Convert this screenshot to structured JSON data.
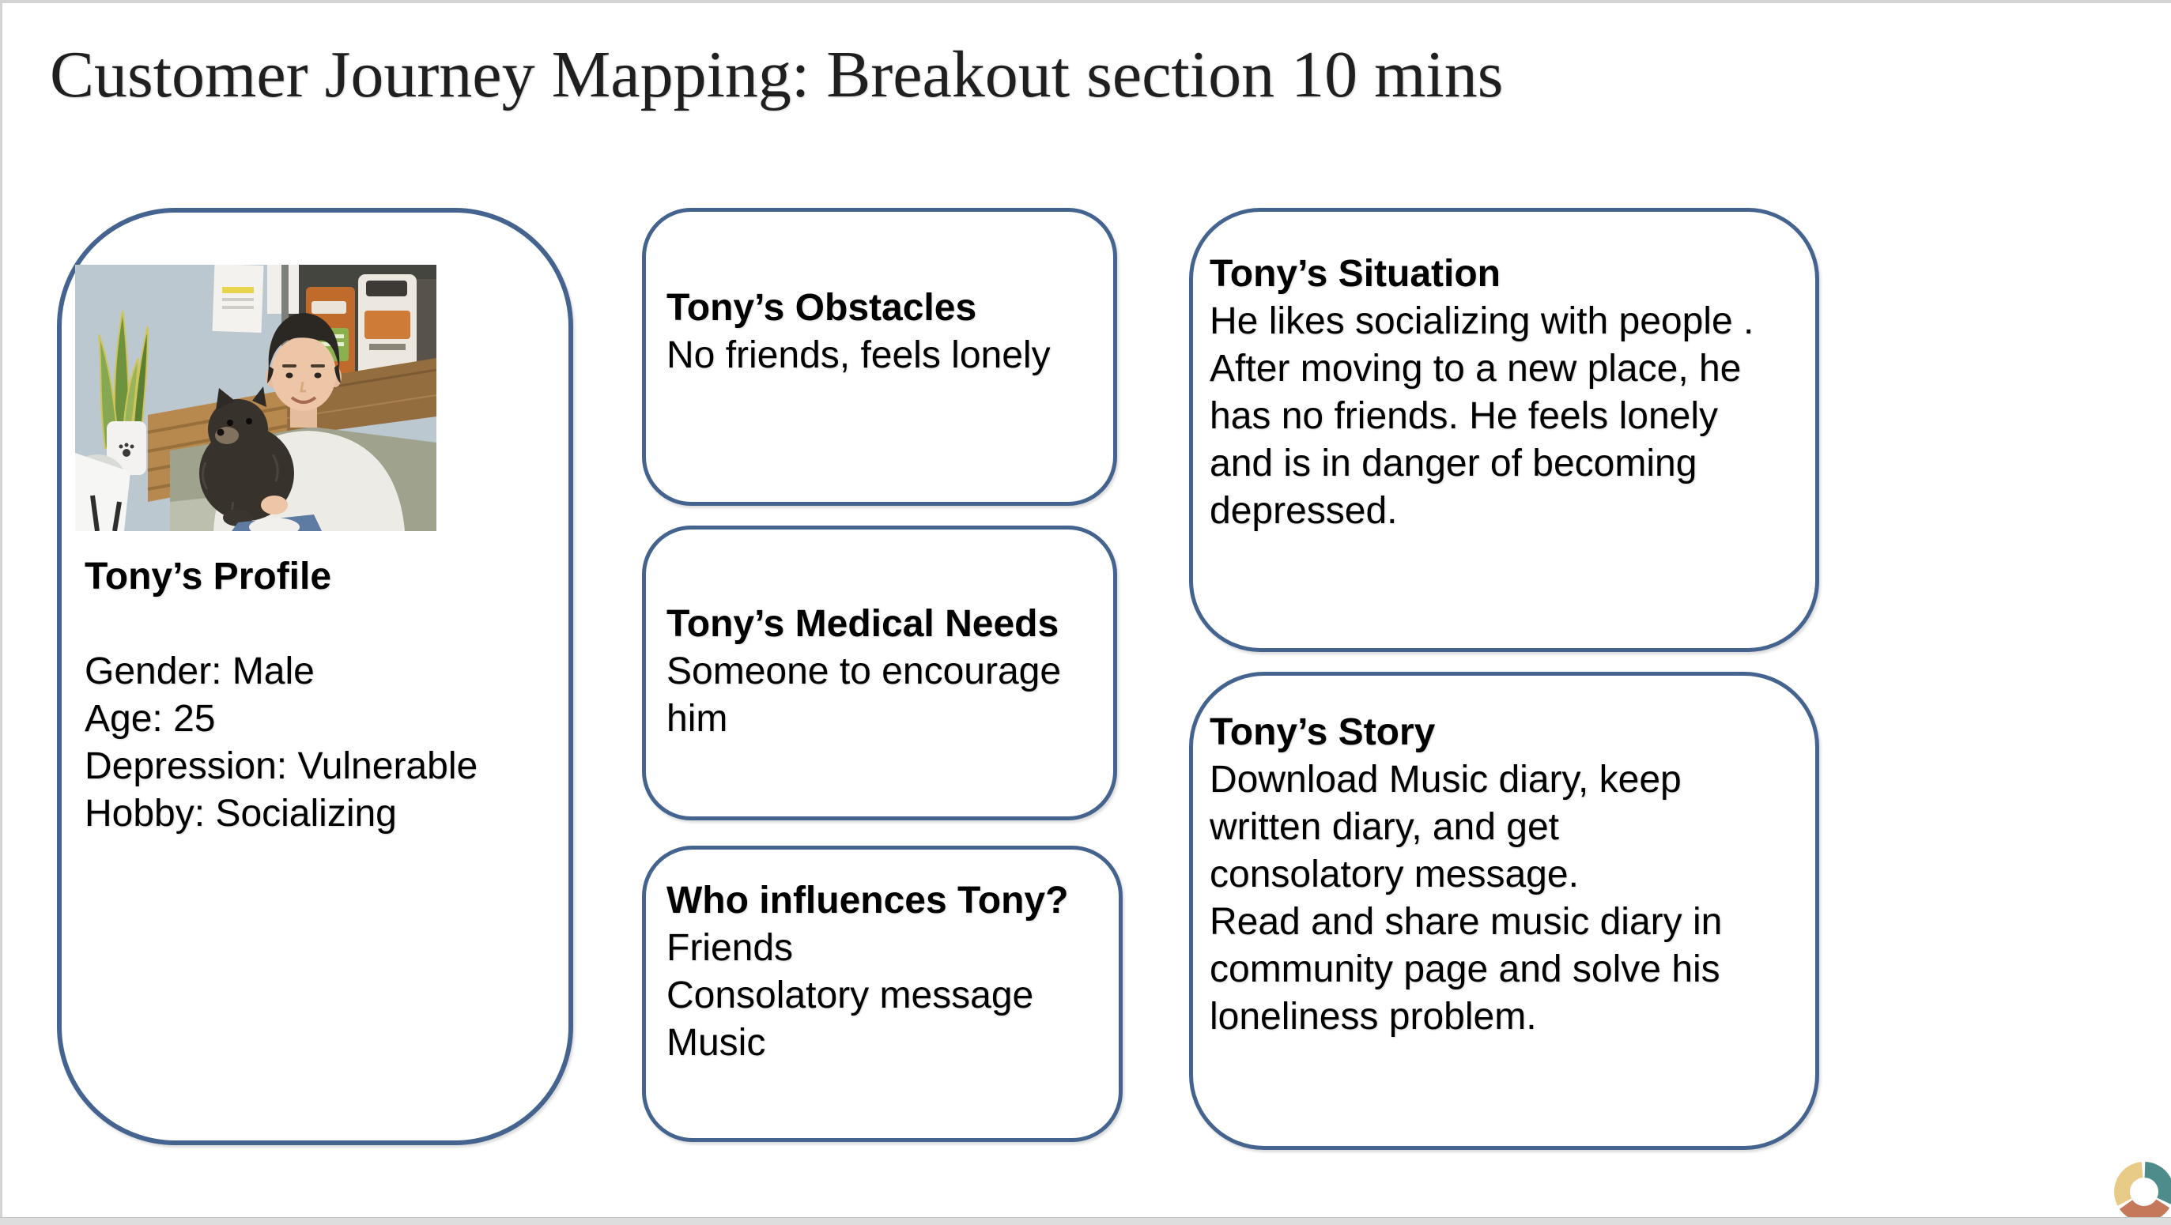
{
  "title": "Customer Journey Mapping: Breakout section 10 mins",
  "cards": {
    "profile": {
      "heading": "Tony’s Profile",
      "lines": [
        "",
        "Gender: Male",
        "Age: 25",
        "Depression: Vulnerable",
        "Hobby: Socializing"
      ]
    },
    "obstacles": {
      "heading": "Tony’s Obstacles",
      "lines": [
        "No friends, feels lonely"
      ]
    },
    "medical": {
      "heading": "Tony’s Medical Needs",
      "lines": [
        "Someone to encourage",
        "him"
      ]
    },
    "influences": {
      "heading": "Who influences Tony?",
      "lines": [
        "Friends",
        "Consolatory message",
        "Music"
      ]
    },
    "situation": {
      "heading": "Tony’s Situation",
      "lines": [
        "He likes socializing with people .",
        "After moving to a new place, he",
        "has no friends. He feels lonely",
        "and is in danger of becoming",
        "depressed."
      ]
    },
    "story": {
      "heading": "Tony’s Story",
      "lines": [
        "Download Music diary, keep",
        "written diary, and get",
        "consolatory message.",
        "Read and share music diary in",
        "community page and solve his",
        "loneliness problem."
      ]
    }
  },
  "photo": {
    "description": "Tony smiling and holding a dark fluffy dog in a pet cafe"
  },
  "logo": {
    "colors": {
      "teal": "#4e8c8c",
      "orange": "#c5795a",
      "tan": "#e8cb87"
    }
  },
  "colors": {
    "card_border": "#44648f",
    "slide_bg": "#ffffff"
  }
}
